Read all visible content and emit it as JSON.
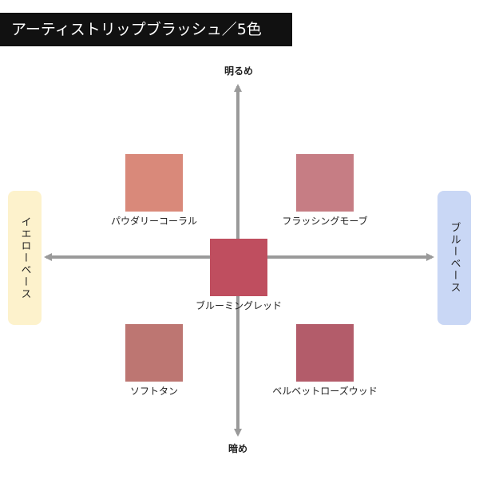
{
  "title": "アーティストリップブラッシュ／5色",
  "axes": {
    "top": "明るめ",
    "bottom": "暗め",
    "left": "イエローベース",
    "right": "ブルーベース",
    "arrow_color": "#9a9a9a",
    "left_color": "#fdf2cc",
    "right_color": "#c9d7f5"
  },
  "swatches": [
    {
      "label": "パウダリーコーラル",
      "color": "#d9897a"
    },
    {
      "label": "フラッシングモーブ",
      "color": "#c67d84"
    },
    {
      "label": "ブルーミングレッド",
      "color": "#bf4e5f"
    },
    {
      "label": "ソフトタン",
      "color": "#bd7672"
    },
    {
      "label": "ベルベットローズウッド",
      "color": "#b35c6a"
    }
  ]
}
